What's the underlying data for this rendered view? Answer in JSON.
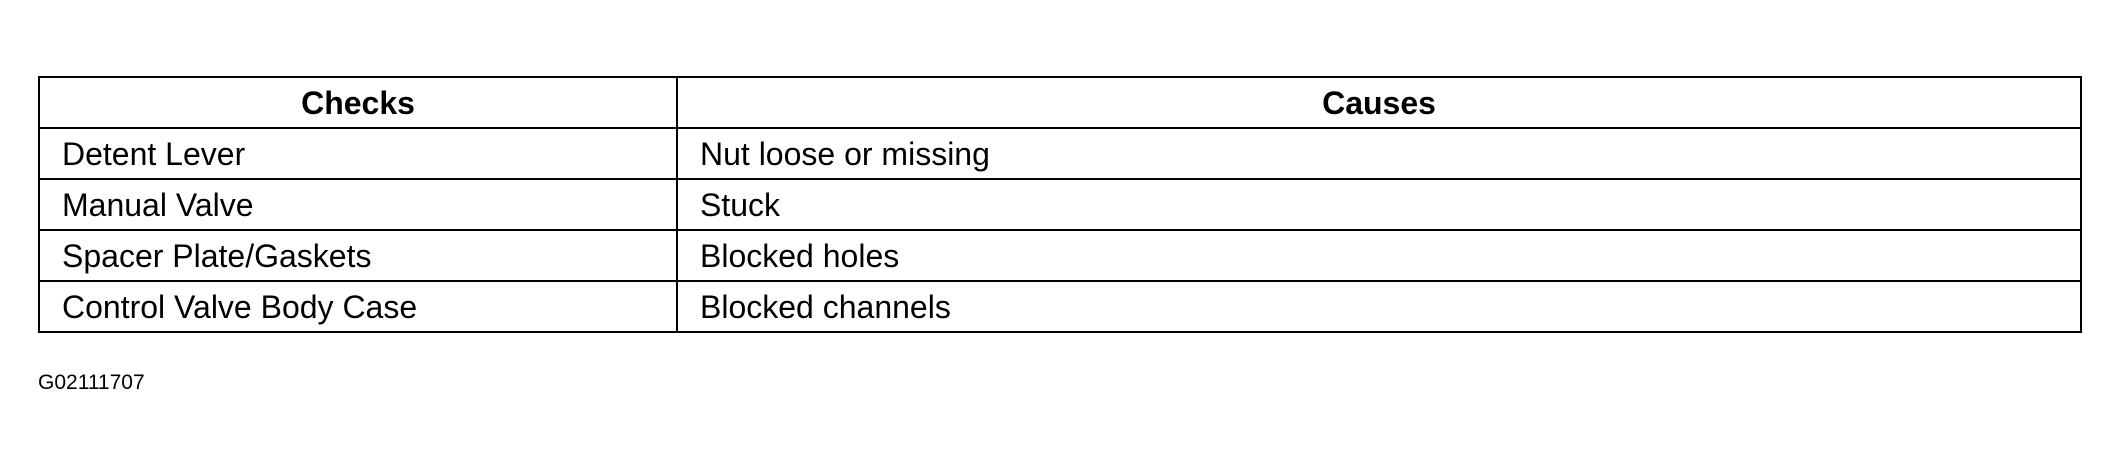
{
  "table": {
    "headers": [
      "Checks",
      "Causes"
    ],
    "rows": [
      [
        "Detent Lever",
        "Nut loose or missing"
      ],
      [
        "Manual Valve",
        "Stuck"
      ],
      [
        "Spacer Plate/Gaskets",
        "Blocked holes"
      ],
      [
        "Control Valve Body Case",
        "Blocked channels"
      ]
    ]
  },
  "figure_id": "G02111707"
}
